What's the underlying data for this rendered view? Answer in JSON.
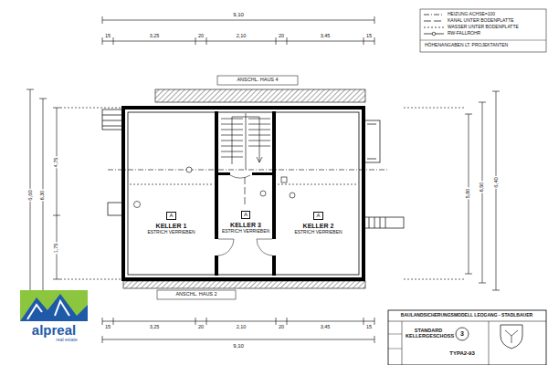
{
  "diagram": {
    "nodes": [
      {
        "text": [
          "KELLER 1",
          "ESTRICH VERRIEBEN"
        ]
      },
      {
        "text": [
          "A"
        ],
        "in": 0
      },
      {
        "text": [
          "KELLER 3",
          "ESTRICH VERRIEBEN"
        ]
      },
      {
        "text": [
          "A"
        ],
        "in": 2
      },
      {
        "text": [
          "KELLER 2",
          "ESTRICH VERRIEBEN"
        ]
      },
      {
        "text": [
          "A"
        ],
        "in": 4
      }
    ],
    "labels": [
      "9,10",
      "15",
      "3,25",
      "20",
      "2,10",
      "20",
      "3,45",
      "15",
      "ANSCHL. HAUS 4",
      "ANSCHL. HAUS 2",
      "15",
      "3,25",
      "20",
      "2,10",
      "20",
      "3,45",
      "15",
      "9,10",
      "6,60",
      "6,30",
      "4,75",
      "1,75",
      "5,80",
      "6,50",
      "6,40",
      "HÖHENANGABEN LT. PROJEKTANTEN",
      "BAULANDSICHERUNGSMODELL LEOGANG - STADLBAUER",
      "STANDARD KELLERGESCHOSS",
      "3",
      "TYPA2-93",
      "alpreal",
      "real estate"
    ],
    "legend": [
      {
        "text": "HEIZUNG ACHSE=100"
      },
      {
        "text": "KANAL UNTER BODENPLATTE"
      },
      {
        "text": "WASSER UNTER BODENPLATTE"
      },
      {
        "text": "RW-FALLROHR"
      }
    ]
  }
}
